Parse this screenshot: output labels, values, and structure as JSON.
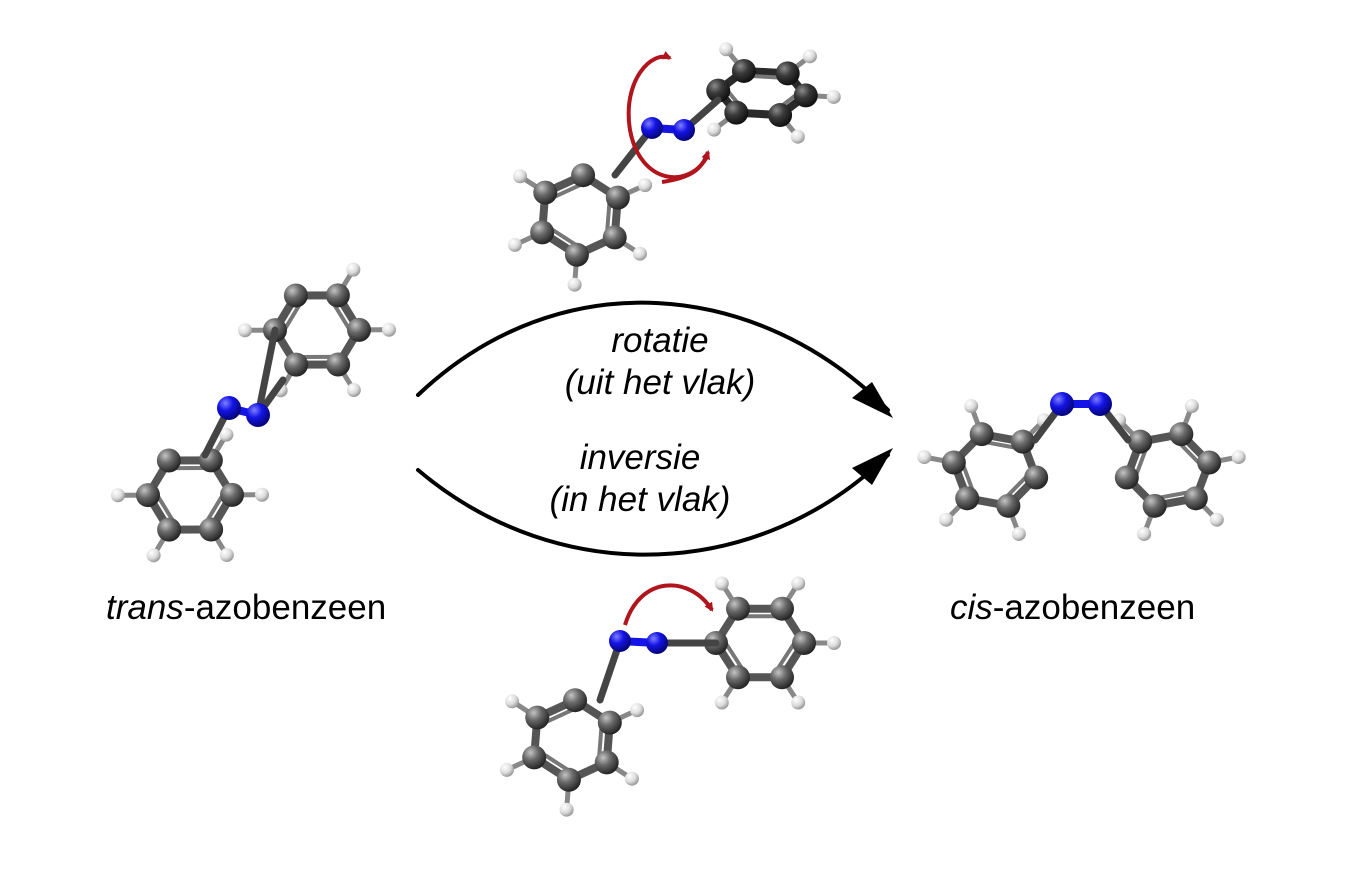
{
  "labels": {
    "trans": {
      "prefix": "trans",
      "suffix": "-azobenzeen"
    },
    "cis": {
      "prefix": "cis",
      "suffix": "-azobenzeen"
    }
  },
  "paths": {
    "rotation": {
      "name": "rotatie",
      "detail": "(uit het vlak)"
    },
    "inversion": {
      "name": "inversie",
      "detail": "(in het vlak)"
    }
  },
  "colors": {
    "carbon": "#5a5a5a",
    "hydrogen": "#e8e8e8",
    "nitrogen": "#1414e6",
    "bond": "#444444",
    "motion_arrow": "#b0141c",
    "reaction_arrow": "#000000"
  }
}
